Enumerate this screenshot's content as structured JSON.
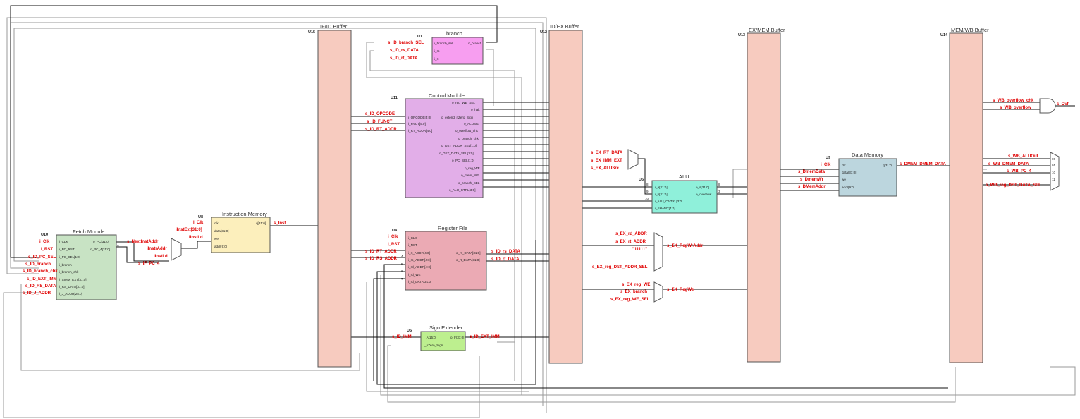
{
  "colors": {
    "buffer": "#f7cbbf",
    "fetch": "#c8e3c4",
    "instr_mem": "#fcefbc",
    "branch": "#f79ef0",
    "control": "#e2aee8",
    "regfile": "#ebaab4",
    "sign_ext": "#bdef8f",
    "alu": "#8ff0da",
    "data_mem": "#bcd6de",
    "mux": "#ffffff",
    "signal": "#e00000",
    "wire": "#111111"
  },
  "buffers": [
    {
      "id": "U15",
      "title": "IF/ID Buffer"
    },
    {
      "id": "U12",
      "title": "ID/EX Buffer"
    },
    {
      "id": "U13",
      "title": "EX/MEM Buffer"
    },
    {
      "id": "U14",
      "title": "MEM/WB Buffer"
    }
  ],
  "fetch": {
    "id": "U10",
    "title": "Fetch Module",
    "in_ports": [
      "i_CLK",
      "i_PC_RST",
      "i_PC_SEL[1:0]",
      "i_branch",
      "i_branch_chk",
      "i_SIMM_EXT[31:0]",
      "i_RS_DATA[31:0]",
      "i_J_ADDR[25:0]"
    ],
    "out_ports": [
      "o_PC[31:0]",
      "o_PC_4[31:0]"
    ],
    "signals": [
      "i_Clk",
      "i_RST",
      "s_ID_PC_SEL",
      "s_ID_branch",
      "s_ID_branch_chk",
      "s_ID_EXT_IMM",
      "s_ID_RS_DATA",
      "s_ID_J_ADDR"
    ]
  },
  "instr_mem": {
    "id": "U8",
    "title": "Instruction Memory",
    "in_ports": [
      "clk",
      "data[31:0]",
      "we",
      "addr[9:0]"
    ],
    "out_port": "q[31:0]",
    "signals": [
      "i_Clk",
      "iInstExt[31:0]",
      "iInstLd"
    ],
    "out_signal": "s_Inst"
  },
  "fetch_mux": {
    "signals": [
      "s_NextInstAddr",
      "iInstrAddr",
      "iInstLd"
    ],
    "pc4_signal": "s_IF_PC_4"
  },
  "branch": {
    "id": "U1",
    "title": "branch",
    "in_ports": [
      "i_branch_sel",
      "i_rs",
      "i_rt"
    ],
    "out_port": "o_branch",
    "signals": [
      "s_ID_branch_SEL",
      "s_ID_rs_DATA",
      "s_ID_rt_DATA"
    ]
  },
  "control": {
    "id": "U11",
    "title": "Control Module",
    "in_ports": [
      "i_OPCODE[5:0]",
      "i_FNCT[5:0]",
      "i_RT_ADDR[4:0]"
    ],
    "mid_port": "o_extend_nZero_Sign",
    "out_ports": [
      "o_reg_WE_SEL",
      "o_halt",
      "o_ALUSrc",
      "o_overflow_chk",
      "o_branch_chk",
      "o_DST_ADDR_SEL[1:0]",
      "o_DST_DATA_SEL[1:0]",
      "o_PC_SEL[1:0]",
      "o_reg_WE",
      "o_mem_WE",
      "o_branch_SEL",
      "o_ALU_CTRL[3:0]"
    ],
    "signals": [
      "s_ID_OPCODE",
      "s_ID_FUNCT",
      "s_ID_RT_ADDR"
    ]
  },
  "regfile": {
    "id": "U4",
    "title": "Register File",
    "in_ports": [
      "i_CLK",
      "i_RST",
      "i_rt_ADDR[4:0]",
      "i_rs_ADDR[4:0]",
      "i_rd_ADDR[4:0]",
      "i_rd_WE",
      "i_rd_DATA[31:0]"
    ],
    "out_ports": [
      "o_rs_DATA[31:0]",
      "o_rt_DATA[31:0]"
    ],
    "in_signals": [
      "i_Clk",
      "i_RST",
      "s_ID_RT_ADDR",
      "s_ID_RS_ADDR"
    ],
    "out_signals": [
      "s_ID_rs_DATA",
      "s_ID_rt_DATA"
    ]
  },
  "sign_ext": {
    "id": "U5",
    "title": "Sign Extender",
    "in_ports": [
      "i_A[15:0]",
      "i_nZero_Sign"
    ],
    "out_port": "o_F[31:0]",
    "in_signal": "s_ID_IMM",
    "out_signal": "s_ID_EXT_IMM"
  },
  "alu_mux": {
    "signals": [
      "s_EX_RT_DATA",
      "s_EX_IMM_EXT",
      "s_EX_ALUSrc"
    ]
  },
  "alu": {
    "id": "U6",
    "title": "ALU",
    "in_ports": [
      "i_a[31:0]",
      "i_b[31:0]",
      "i_ALU_CNTRL[3:0]",
      "i_SHAMT[4:0]"
    ],
    "out_ports": [
      "o_s[31:0]",
      "o_overflow"
    ]
  },
  "dst_mux": {
    "signals": [
      "s_EX_rd_ADDR",
      "s_EX_rt_ADDR",
      "\"11111\"",
      "s_EX_reg_DST_ADDR_SEL"
    ],
    "out_signal": "s_EX_RegWrAddr"
  },
  "we_mux": {
    "signals": [
      "s_EX_reg_WE",
      "s_EX_branch",
      "s_EX_reg_WE_SEL"
    ],
    "out_signal": "s_EX_RegWe"
  },
  "data_mem": {
    "id": "U9",
    "title": "Data Memory",
    "in_ports": [
      "clk",
      "data[31:0]",
      "we",
      "addr[9:0]"
    ],
    "out_port": "q[31:0]",
    "signals": [
      "i_Clk",
      "s_DmemData",
      "s_DmemWr",
      "s_DMemAddr"
    ],
    "out_signal": "s_DMEM_DMEM_DATA"
  },
  "wb_mux": {
    "signals": [
      "s_WB_ALUOut",
      "s_WB_DMEM_DATA",
      "s_WB_PC_4",
      "s_WB_reg_DST_DATA_SEL"
    ]
  },
  "and_gate": {
    "signals": [
      "s_WB_overflow_chk",
      "s_WB_overflow"
    ],
    "out_signal": "s_Ovfl"
  }
}
